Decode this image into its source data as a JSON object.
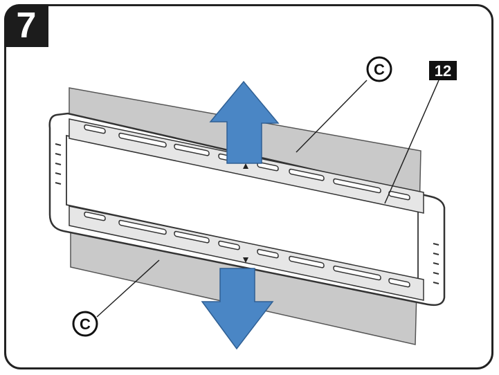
{
  "step": {
    "number": "7"
  },
  "callouts": {
    "part_c_top": "C",
    "part_c_bottom": "C",
    "part_12": "12"
  },
  "colors": {
    "arrow": "#4a86c5",
    "plate": "#c9c9c9",
    "frame": "#222222",
    "badge": "#1c1c1c"
  },
  "icons": {
    "arrow_up": "arrow-up-icon",
    "arrow_down": "arrow-down-icon",
    "marker_up": "triangle-up-icon",
    "marker_down": "triangle-down-icon"
  }
}
